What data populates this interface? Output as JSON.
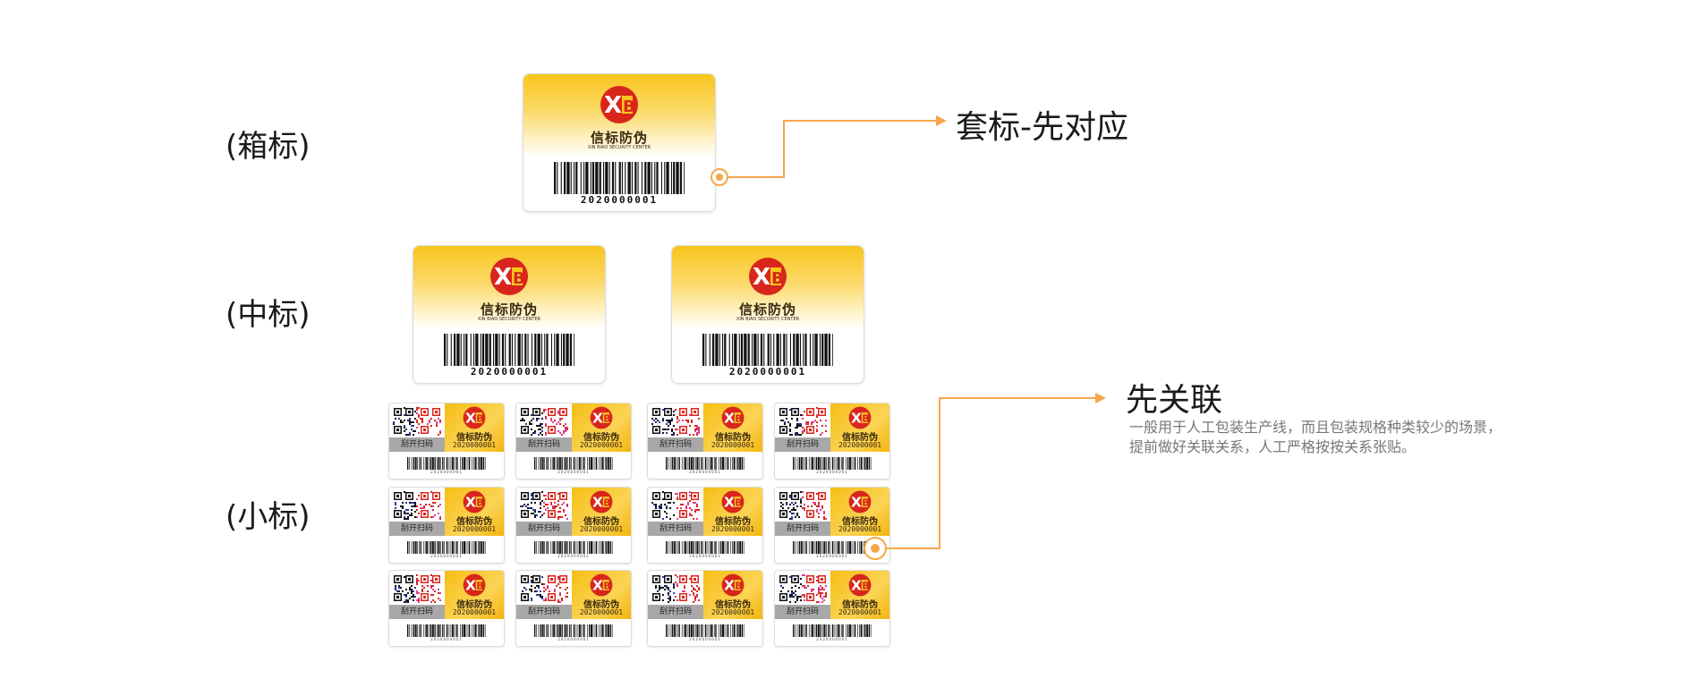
{
  "rows": {
    "carton_label": "(箱标)",
    "middle_label": "(中标)",
    "small_label": "(小标)"
  },
  "card": {
    "brand": "信标防伪",
    "brand_sub": "XIN BIAO SECURITY CENTER",
    "serial": "2020000001"
  },
  "small": {
    "scratch_text": "刮开扫码",
    "serial": "2020000001",
    "tiny_serial": "2020000001"
  },
  "callout_top": {
    "title": "套标-先对应"
  },
  "callout_bottom": {
    "title": "先关联",
    "line1": "一般用于人工包装生产线，而且包装规格种类较少的场景，",
    "line2": "提前做好关联关系，人工严格按按关系张贴。"
  },
  "colors": {
    "accent_orange": "#f5a84a",
    "label_gold": "#f8c51d",
    "logo_red": "#d8261c"
  }
}
